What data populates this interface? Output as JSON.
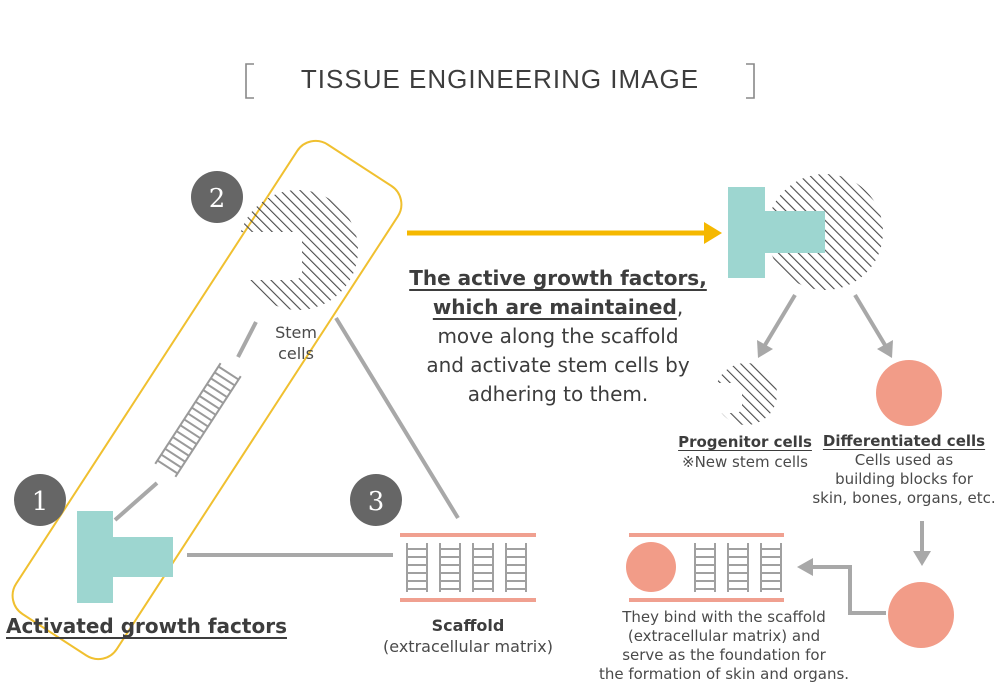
{
  "title": "TISSUE ENGINEERING IMAGE",
  "badges": {
    "one": "1",
    "two": "2",
    "three": "3"
  },
  "labels": {
    "stem_cells_line1": "Stem",
    "stem_cells_line2": "cells",
    "activated_growth_factors": "Activated growth factors",
    "scaffold": "Scaffold",
    "scaffold_sub": "(extracellular matrix)",
    "caption_bold_line1": "The active growth factors,",
    "caption_bold_line2": "which are maintained",
    "caption_comma": ",",
    "caption_line3": "move along the scaffold",
    "caption_line4": "and activate stem cells by",
    "caption_line5": "adhering to them.",
    "progenitor_cells": "Progenitor cells",
    "progenitor_note": "※New stem cells",
    "differentiated_cells": "Differentiated cells",
    "differentiated_line1": "Cells used as",
    "differentiated_line2": "building blocks for",
    "differentiated_line3": "skin, bones, organs, etc.",
    "bind_line1": "They bind with the scaffold",
    "bind_line2": "(extracellular matrix) and",
    "bind_line3": "serve as the foundation for",
    "bind_line4": "the formation of skin and organs."
  },
  "colors": {
    "highlight": "#f0c030",
    "arrow_main": "#f5b800",
    "growth_factor": "#9dd6d0",
    "cell_salmon": "#f29c88",
    "scaffold_bar": "#f0a090",
    "connector_gray": "#a8a8a8",
    "badge_gray": "#666666",
    "hatch": "#4a4a4a"
  }
}
